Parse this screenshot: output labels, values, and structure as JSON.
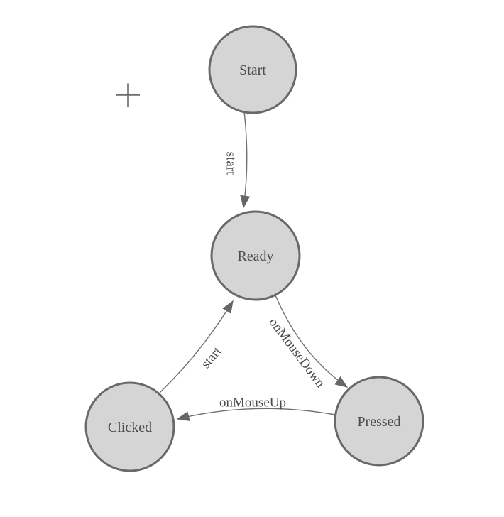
{
  "palette": {
    "background": "#ffffff",
    "node_fill": "#d5d5d5",
    "node_stroke": "#696969",
    "edge_stroke": "#707070",
    "arrow_fill": "#666666",
    "label_color": "#4c4c4c",
    "crosshair_color": "#6a6a6a"
  },
  "nodes": [
    {
      "id": "start",
      "label": "Start"
    },
    {
      "id": "ready",
      "label": "Ready"
    },
    {
      "id": "clicked",
      "label": "Clicked"
    },
    {
      "id": "pressed",
      "label": "Pressed"
    }
  ],
  "edges": [
    {
      "from": "start",
      "to": "ready",
      "label": "start"
    },
    {
      "from": "ready",
      "to": "pressed",
      "label": "onMouseDown"
    },
    {
      "from": "pressed",
      "to": "clicked",
      "label": "onMouseUp"
    },
    {
      "from": "clicked",
      "to": "ready",
      "label": "start"
    }
  ],
  "cursor": {
    "icon": "plus-crosshair"
  }
}
